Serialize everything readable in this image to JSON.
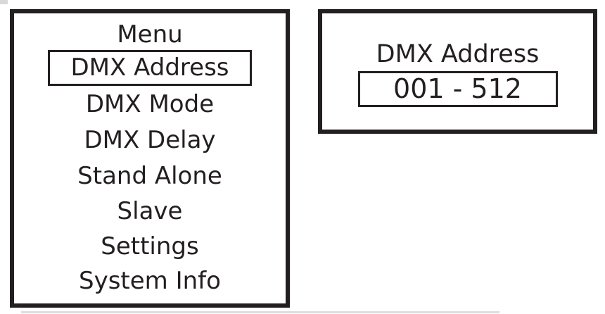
{
  "colors": {
    "ink": "#231f20",
    "background": "#ffffff",
    "scan_artifact": "#d9d9d9"
  },
  "menu_screen": {
    "title": "Menu",
    "items": [
      {
        "label": "DMX Address",
        "selected": true
      },
      {
        "label": "DMX Mode",
        "selected": false
      },
      {
        "label": "DMX Delay",
        "selected": false
      },
      {
        "label": "Stand Alone",
        "selected": false
      },
      {
        "label": "Slave",
        "selected": false
      },
      {
        "label": "Settings",
        "selected": false
      },
      {
        "label": "System Info",
        "selected": false
      }
    ]
  },
  "address_screen": {
    "title": "DMX Address",
    "value": "001 - 512"
  }
}
